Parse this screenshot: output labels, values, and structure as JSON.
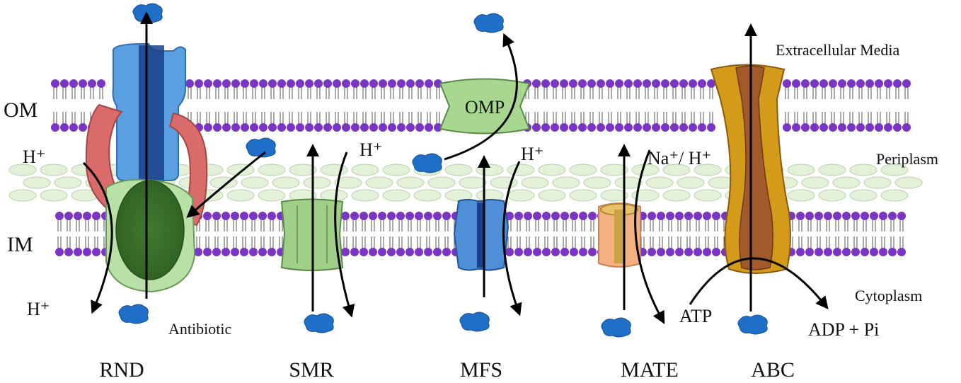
{
  "labels": {
    "om": "OM",
    "im": "IM",
    "extracellular": "Extracellular Media",
    "periplasm": "Periplasm",
    "cytoplasm": "Cytoplasm",
    "omp": "OMP",
    "antibiotic": "Antibiotic",
    "atp": "ATP",
    "adp": "ADP + Pi"
  },
  "ions": {
    "rnd_top": "H⁺",
    "rnd_bottom": "H⁺",
    "smr": "H⁺",
    "mfs": "H⁺",
    "mate": "Na⁺/ H⁺"
  },
  "pumps": {
    "rnd": "RND",
    "smr": "SMR",
    "mfs": "MFS",
    "mate": "MATE",
    "abc": "ABC"
  },
  "colors": {
    "lipid_head": "#7b35c4",
    "antibiotic": "#1f6fc8",
    "rnd_channel": "#5aa0e0",
    "rnd_adaptor": "#d96b6b",
    "rnd_transporter": "#4f8a3a",
    "smr": "#9fcf88",
    "omp": "#a8d890",
    "mfs": "#4f8fd8",
    "mate": "#f3b183",
    "abc_outer": "#d49a1a",
    "abc_inner": "#a35a2a"
  }
}
